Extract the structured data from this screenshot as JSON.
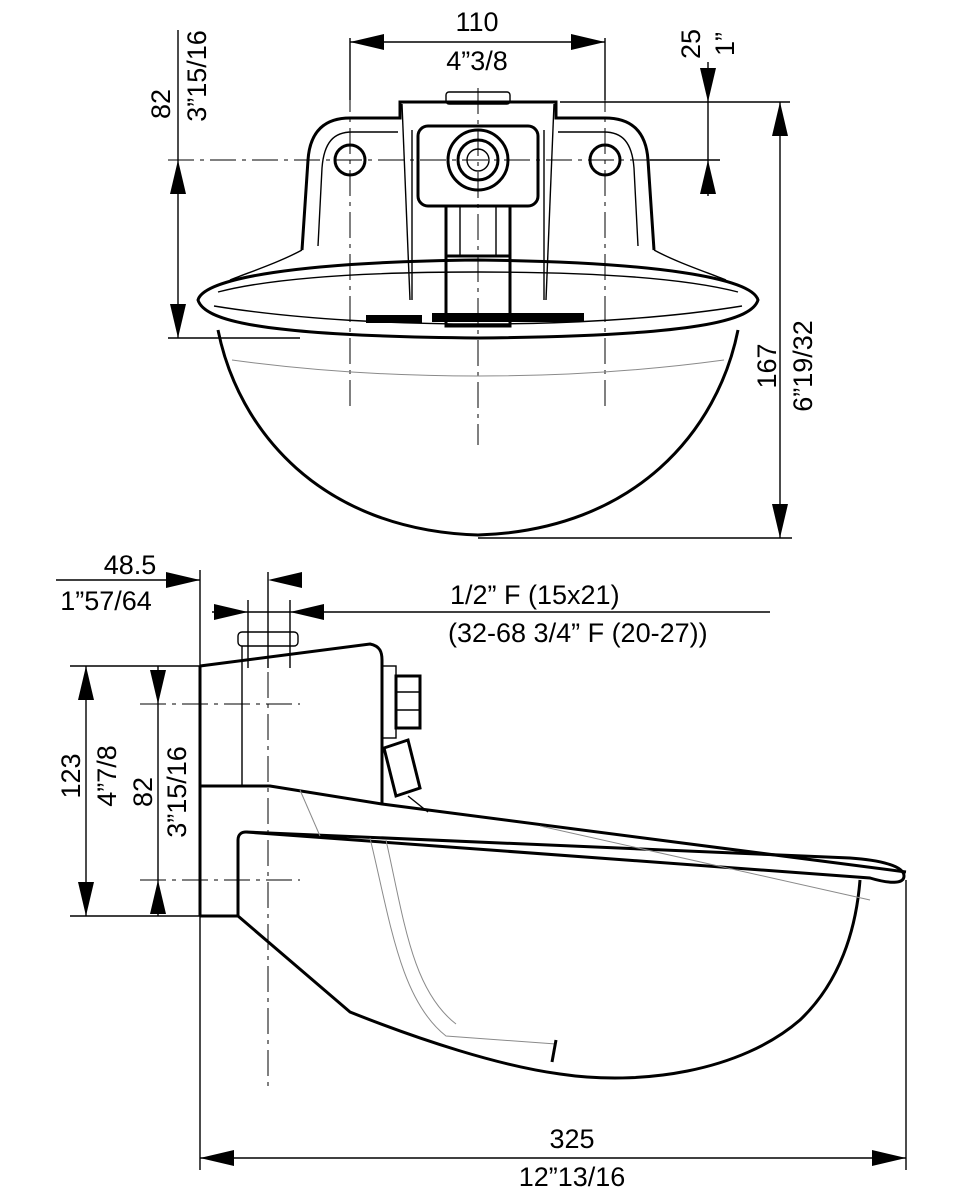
{
  "front_view": {
    "width_mm": "110",
    "width_in": "4”3/8",
    "top_offset_mm": "25",
    "top_offset_in": "1”",
    "mount_height_mm": "82",
    "mount_height_in": "3”15/16",
    "total_height_mm": "167",
    "total_height_in": "6”19/32"
  },
  "side_view": {
    "inlet_offset_mm": "48.5",
    "inlet_offset_in": "1”57/64",
    "thread_line1": "1/2”  F  (15x21)",
    "thread_line2": "(32-68  3/4”  F  (20-27))",
    "height_mm": "123",
    "height_in": "4”7/8",
    "mount_height_mm": "82",
    "mount_height_in": "3”15/16",
    "length_mm": "325",
    "length_in": "12”13/16"
  },
  "colors": {
    "line": "#000000",
    "hidden_line": "#8a8a8a",
    "background": "#ffffff"
  }
}
